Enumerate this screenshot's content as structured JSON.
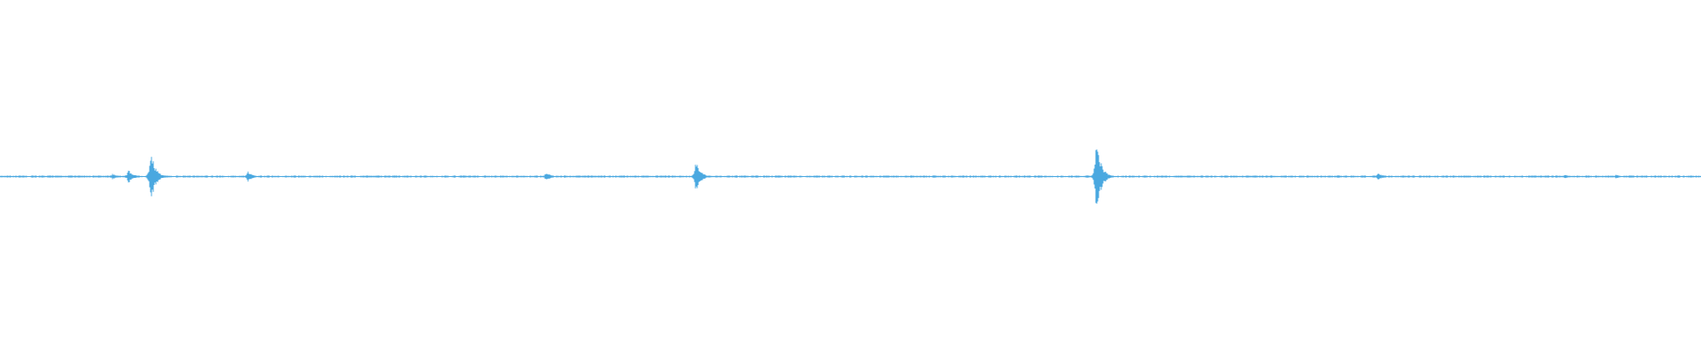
{
  "waveform": {
    "color": "#4aa8e0",
    "background": "#ffffff",
    "amplitude_range": [
      -1,
      1
    ],
    "baseline_amplitude": 0.006,
    "events": [
      {
        "position": 0.066,
        "amplitude": 0.018
      },
      {
        "position": 0.0755,
        "amplitude": 0.045
      },
      {
        "position": 0.0885,
        "amplitude": 0.16
      },
      {
        "position": 0.1455,
        "amplitude": 0.035
      },
      {
        "position": 0.321,
        "amplitude": 0.028
      },
      {
        "position": 0.409,
        "amplitude": 0.095
      },
      {
        "position": 0.6445,
        "amplitude": 0.24
      },
      {
        "position": 0.81,
        "amplitude": 0.025
      },
      {
        "position": 0.92,
        "amplitude": 0.01
      },
      {
        "position": 0.95,
        "amplitude": 0.012
      }
    ]
  }
}
